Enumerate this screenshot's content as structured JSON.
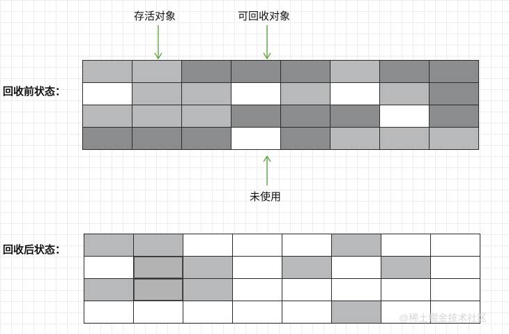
{
  "labels": {
    "alive": "存活对象",
    "collectible": "可回收对象",
    "unused": "未使用",
    "before": "回收前状态：",
    "after": "回收后状态："
  },
  "colors": {
    "live": "#b8b9bb",
    "dead": "#8b8c8e",
    "free": "#ffffff",
    "arrow": "#6aa84f"
  },
  "grids": {
    "before": [
      [
        "live",
        "live",
        "dead",
        "dead",
        "dead",
        "live",
        "dead",
        "dead"
      ],
      [
        "free",
        "live",
        "live",
        "free",
        "live",
        "free",
        "live",
        "dead"
      ],
      [
        "live",
        "live",
        "live",
        "dead",
        "dead",
        "dead",
        "free",
        "dead"
      ],
      [
        "dead",
        "dead",
        "dead",
        "free",
        "dead",
        "live",
        "live",
        "live"
      ]
    ],
    "after": [
      [
        "live",
        "live",
        "free",
        "free",
        "free",
        "live",
        "free",
        "free"
      ],
      [
        "free",
        "live-hl",
        "live",
        "free",
        "live",
        "free",
        "live",
        "free"
      ],
      [
        "live",
        "live-hl",
        "live",
        "free",
        "free",
        "free",
        "free",
        "free"
      ],
      [
        "free",
        "free",
        "free",
        "free",
        "free",
        "live",
        "free",
        "free"
      ]
    ]
  },
  "watermark": "@稀土掘金技术社区"
}
